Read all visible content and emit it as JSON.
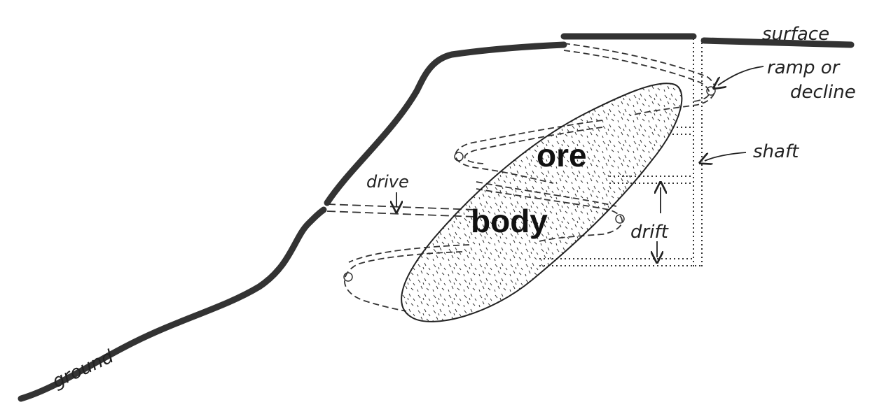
{
  "labels": {
    "surface": "surface",
    "ramp_line1": "ramp or",
    "ramp_line2": "decline",
    "shaft": "shaft",
    "drive": "drive",
    "drift": "drift",
    "ground": "ground",
    "ore": "ore",
    "body": "body"
  },
  "colors": {
    "ink": "#222222",
    "ground_line": "#333333",
    "background": "#ffffff"
  }
}
